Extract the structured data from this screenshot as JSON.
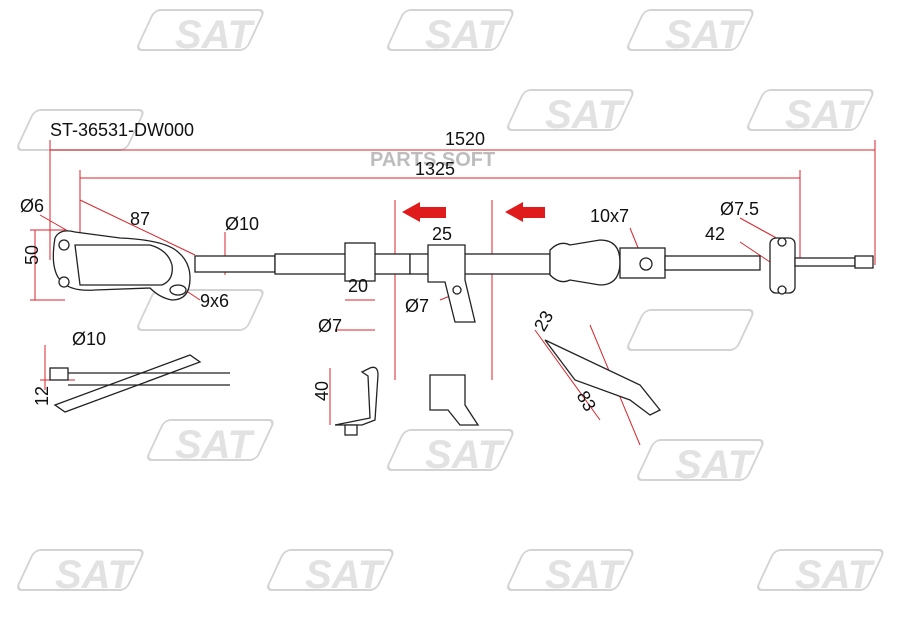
{
  "part_number": "ST-36531-DW000",
  "watermarks": {
    "brand": "SAT",
    "site": "PARTS SOFT"
  },
  "dimensions": {
    "overall_length": "1520",
    "cable_length": "1325",
    "end_hole_diameter": "Ø6",
    "bracket_length": "87",
    "cable_diameter": "Ø10",
    "bracket_height": "50",
    "slot_size": "9x6",
    "clip_width": "20",
    "clip_hole": "Ø7",
    "second_clip_hole": "Ø7",
    "clip_spacing": "25",
    "grommet_size": "10x7",
    "end_fitting_diameter": "Ø7.5",
    "end_fitting_offset": "42",
    "detail_diameter": "Ø10",
    "detail_height": "12",
    "bend_height": "40",
    "bracket_width": "23",
    "bracket_detail_length": "83"
  },
  "colors": {
    "dimension_line": "#d9262c",
    "drawing_line": "#222222",
    "arrow_fill": "#e01b1b",
    "watermark": "#c8c8c8"
  }
}
